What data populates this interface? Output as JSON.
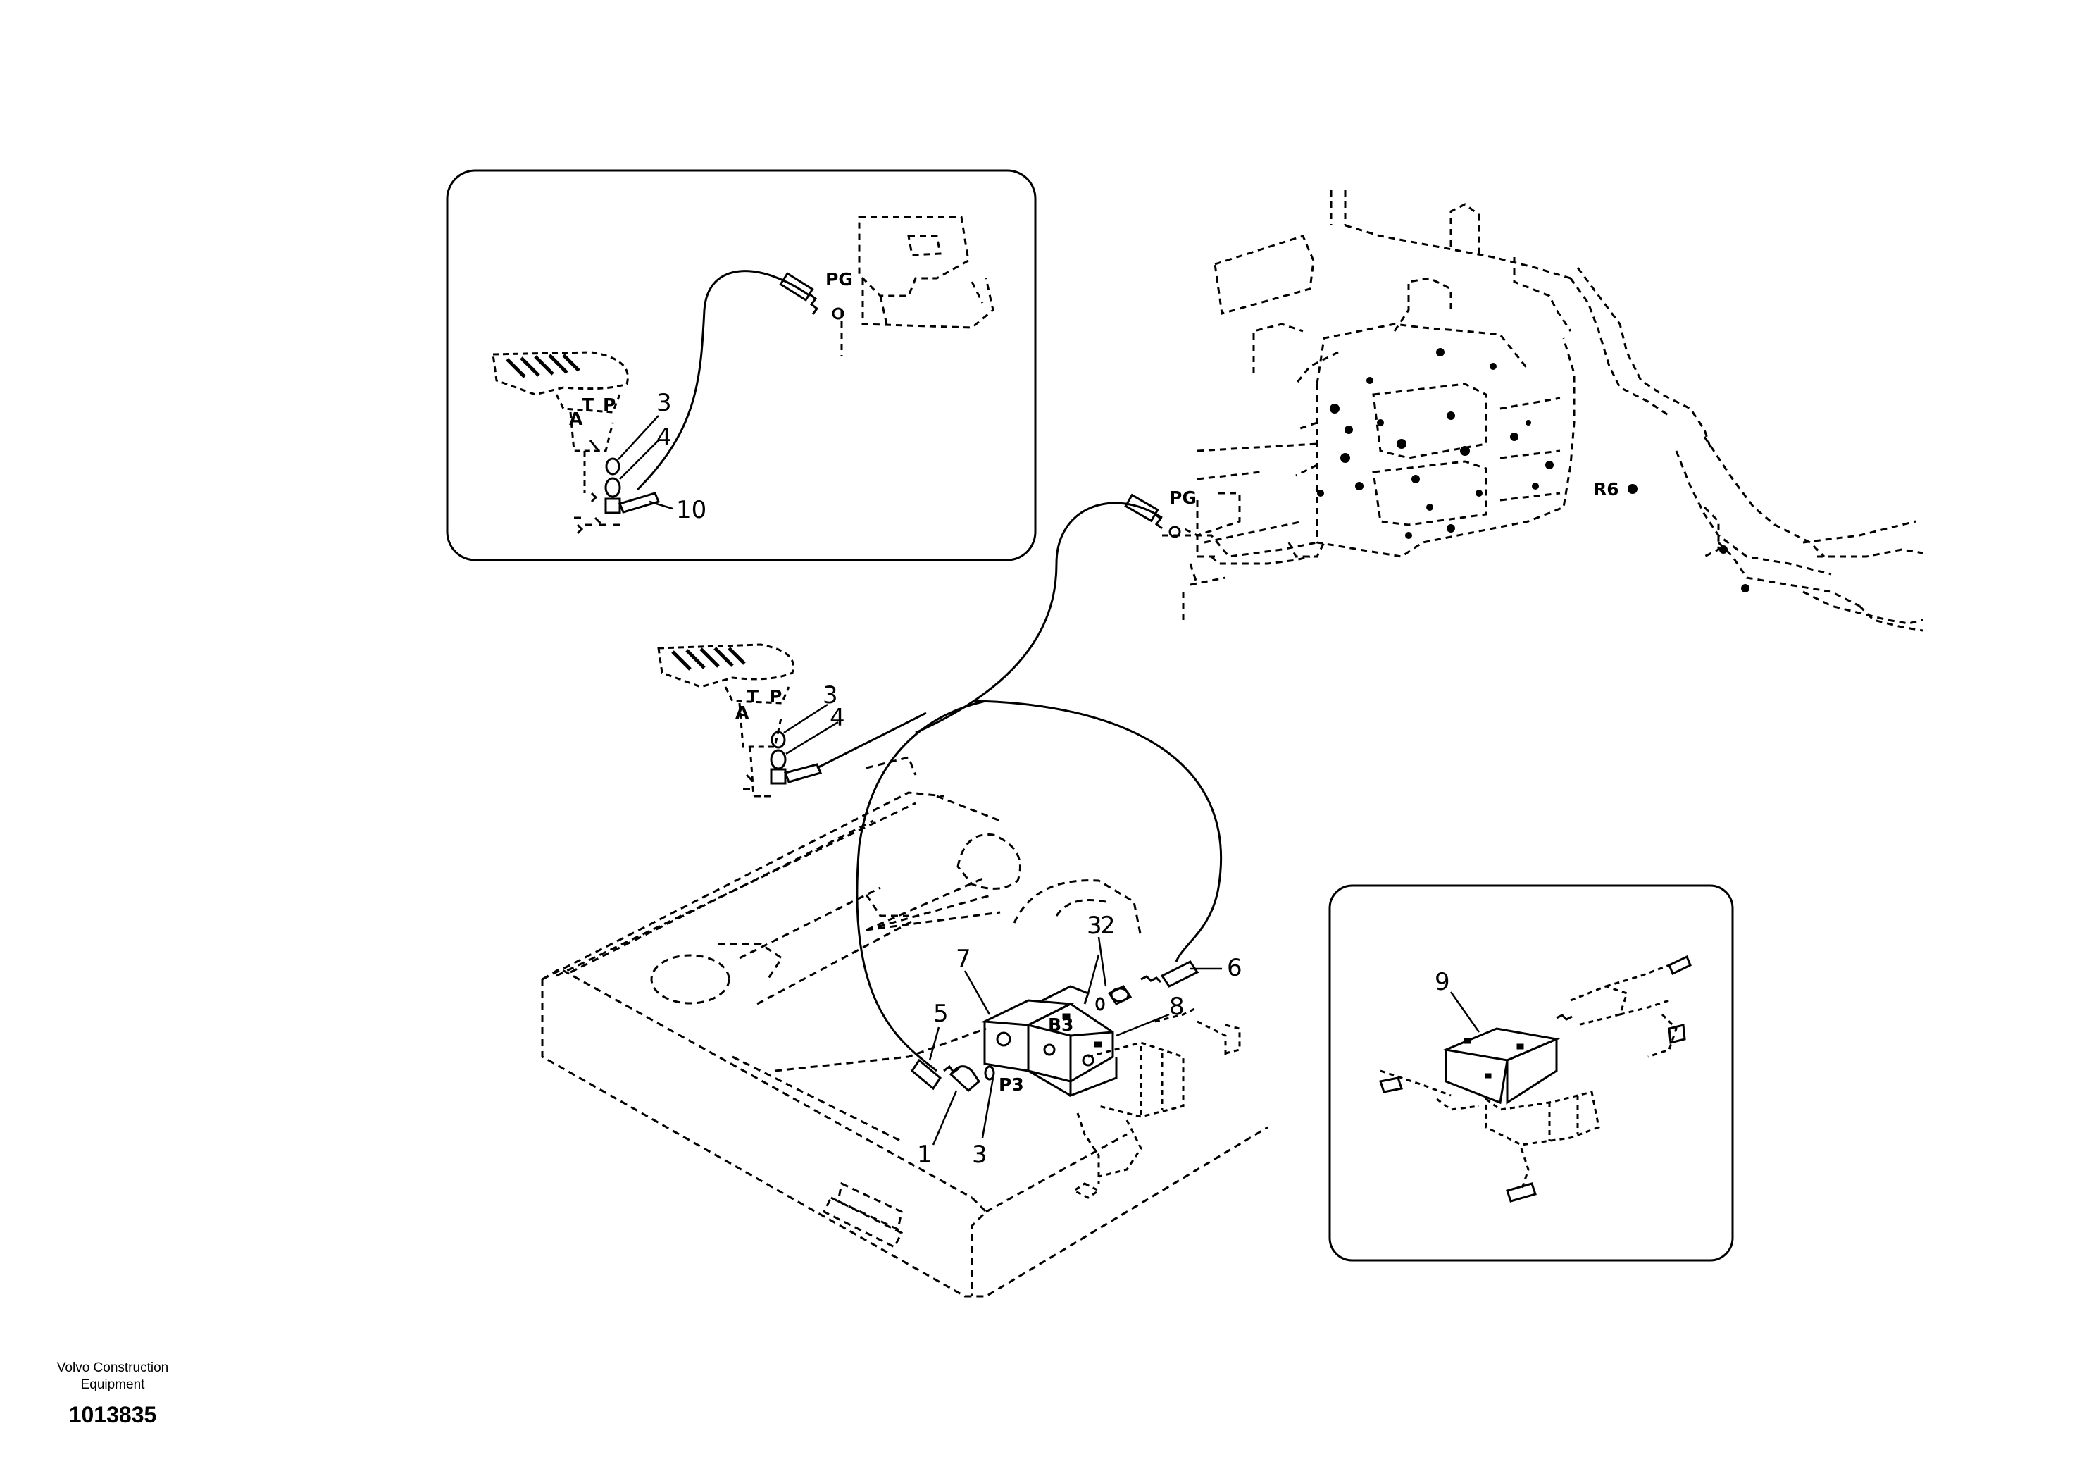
{
  "footer": {
    "brand_line1": "Volvo Construction",
    "brand_line2": "Equipment",
    "drawing_number": "1013835"
  },
  "callouts": {
    "item1": "1",
    "item2": "2",
    "item3": "3",
    "item4": "4",
    "item5": "5",
    "item6": "6",
    "item7": "7",
    "item8": "8",
    "item9": "9",
    "item10": "10"
  },
  "port_labels": {
    "pg": "PG",
    "r6": "R6",
    "b3": "B3",
    "p3": "P3",
    "t": "T",
    "p": "P",
    "a": "A"
  }
}
